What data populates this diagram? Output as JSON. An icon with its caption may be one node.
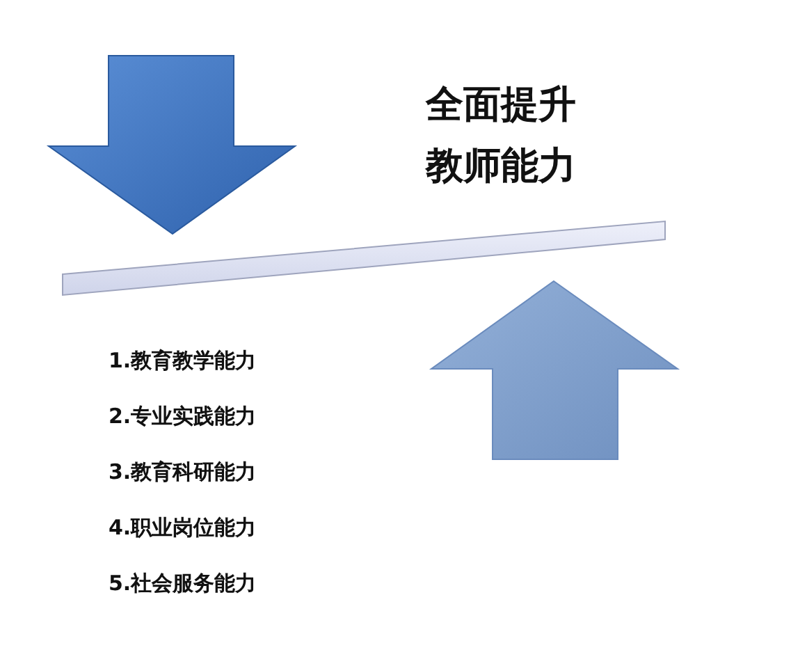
{
  "diagram": {
    "title": "全面提升教师能力",
    "nodes": [
      {
        "text": [],
        "shape": "bar"
      }
    ],
    "labels": [
      "1.教育教学能力",
      "2.专业实践能力",
      "3.教育科研能力",
      "4.职业岗位能力",
      "5.社会服务能力"
    ]
  }
}
